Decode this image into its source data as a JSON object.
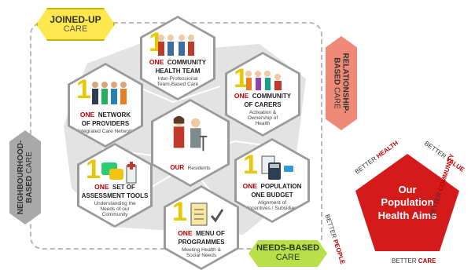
{
  "tags": {
    "joined_up": {
      "bold": "JOINED-UP",
      "normal": "CARE"
    },
    "needs_based": {
      "bold": "NEEDS-BASED",
      "normal": "CARE"
    },
    "relationship": {
      "bold": "RELATIONSHIP-",
      "bold2": "BASED",
      "normal": "CARE"
    },
    "neighbourhood": {
      "bold": "NEIGHBOURHOOD-",
      "bold2": "BASED",
      "normal": "CARE"
    }
  },
  "hexes": {
    "health_team": {
      "one": "ONE",
      "title": "COMMUNITY",
      "title2": "HEALTH TEAM",
      "sub": "Inter-Professional",
      "sub2": "Team-Based Care"
    },
    "carers": {
      "one": "ONE",
      "title": "COMMUNITY",
      "title2": "OF CARERS",
      "sub": "Activation &",
      "sub2": "Ownership of",
      "sub3": "Health"
    },
    "providers": {
      "one": "ONE",
      "title": "NETWORK",
      "title2": "OF PROVIDERS",
      "sub": "Integrated Care Network"
    },
    "residents": {
      "title": "OUR",
      "title_rest": "Residents"
    },
    "assessment": {
      "one": "ONE",
      "title": "SET OF",
      "title2": "ASSESSMENT TOOLS",
      "sub": "Understanding the",
      "sub2": "Needs of our",
      "sub3": "Community"
    },
    "budget": {
      "one": "ONE",
      "title": "POPULATION",
      "title2": "ONE BUDGET",
      "sub": "Alignment of",
      "sub2": "Incentives / Subsidies"
    },
    "programmes": {
      "one": "ONE",
      "title": "MENU OF",
      "title2": "PROGRAMMES",
      "sub": "Meeting Health &",
      "sub2": "Social Needs"
    }
  },
  "big_one": "1",
  "aims": {
    "title1": "Our",
    "title2": "Population",
    "title3": "Health Aims",
    "health": {
      "prefix": "BETTER",
      "word": "HEALTH"
    },
    "value": {
      "prefix": "BETTER",
      "word": "VALUE"
    },
    "community": {
      "prefix": "BETTER",
      "word": "COMMUNITY"
    },
    "care": {
      "prefix": "BETTER",
      "word": "CARE"
    },
    "people": {
      "prefix": "BETTER",
      "word": "PEOPLE"
    }
  },
  "colors": {
    "accent_red": "#c00000",
    "pentagon": "#d51a1a",
    "yellow_one": "#e8c800",
    "joined_tag": "#ffe84d",
    "needs_tag": "#b9e04a",
    "relationship_tag": "#f08a78",
    "neighbourhood_tag": "#a9a9a9"
  }
}
